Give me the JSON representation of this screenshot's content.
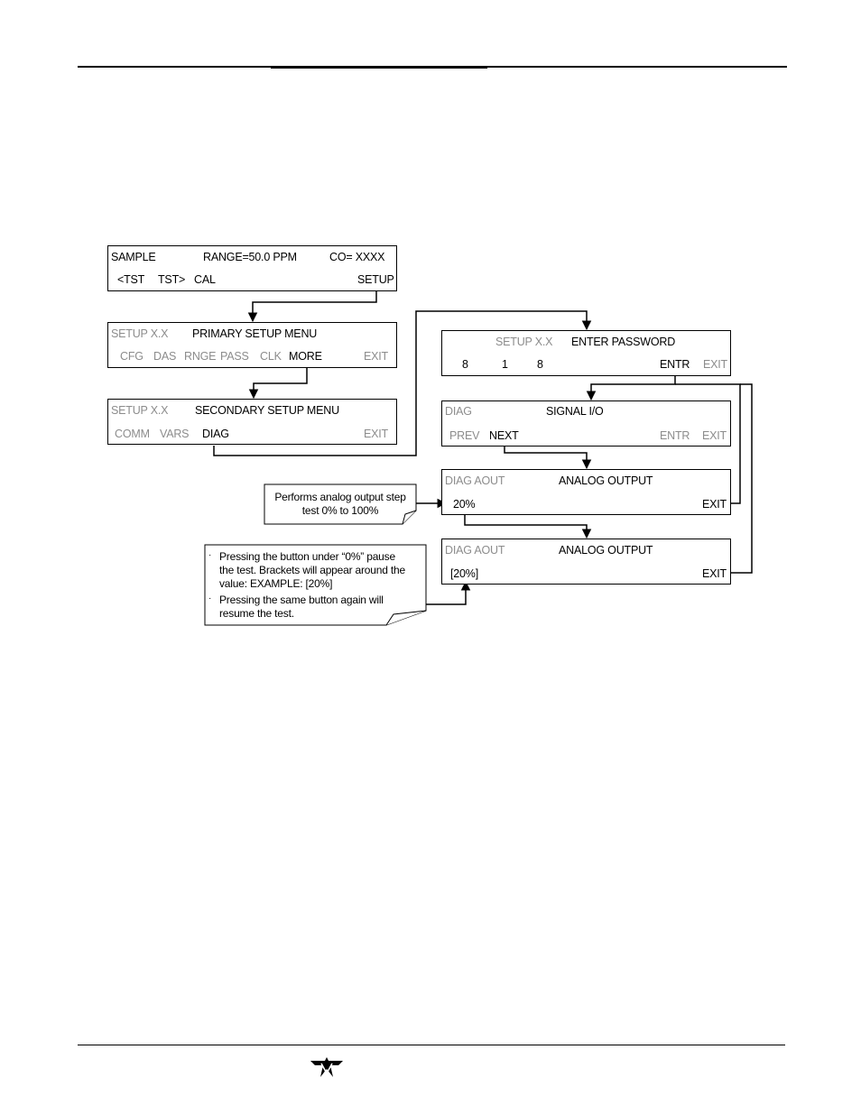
{
  "screens": {
    "sample": {
      "row1": [
        "SAMPLE",
        "RANGE=50.0 PPM",
        "CO= XXXX"
      ],
      "row2": [
        "<TST",
        "TST>",
        "CAL",
        "SETUP"
      ]
    },
    "primary": {
      "prefix": "SETUP X.X",
      "title": "PRIMARY SETUP MENU",
      "buttons": [
        "CFG",
        "DAS",
        "RNGE",
        "PASS",
        "CLK",
        "MORE",
        "EXIT"
      ]
    },
    "secondary": {
      "prefix": "SETUP X.X",
      "title": "SECONDARY SETUP MENU",
      "buttons": [
        "COMM",
        "VARS",
        "DIAG",
        "EXIT"
      ]
    },
    "password": {
      "prefix": "SETUP X.X",
      "title": "ENTER PASSWORD",
      "digits": [
        "8",
        "1",
        "8"
      ],
      "buttons": [
        "ENTR",
        "EXIT"
      ]
    },
    "signal": {
      "prefix": "DIAG",
      "title": "SIGNAL I/O",
      "buttons": [
        "PREV",
        "NEXT",
        "ENTR",
        "EXIT"
      ]
    },
    "analog1": {
      "prefix": "DIAG AOUT",
      "title": "ANALOG OUTPUT",
      "value": "20%",
      "exit": "EXIT"
    },
    "analog2": {
      "prefix": "DIAG AOUT",
      "title": "ANALOG OUTPUT",
      "value": "[20%]",
      "exit": "EXIT"
    }
  },
  "notes": {
    "step": [
      "Performs analog output step",
      "test 0% to 100%"
    ],
    "pause": [
      [
        "Pressing the button under “0%”  pause",
        "the test. Brackets will appear around the",
        "value: EXAMPLE: [20%]"
      ],
      [
        "Pressing the same button again will",
        "resume the test."
      ]
    ],
    "bullet": "·"
  },
  "colors": {
    "active": "#000000",
    "inactive": "#8c8c8c",
    "line": "#000000"
  }
}
